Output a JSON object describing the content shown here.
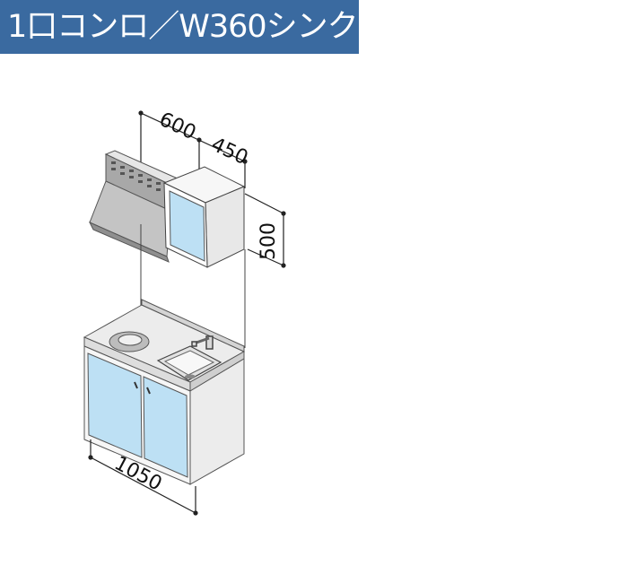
{
  "header": {
    "title": "1口コンロ／W360シンク"
  },
  "dimensions": {
    "hood_width": "600",
    "cabinet_width": "450",
    "cabinet_height": "500",
    "total_width": "1050"
  },
  "colors": {
    "header_bg": "#3a6aa0",
    "door_blue": "#bde0f4",
    "panel_light": "#f4f4f4",
    "hood_gray": "#bdbdbd"
  }
}
